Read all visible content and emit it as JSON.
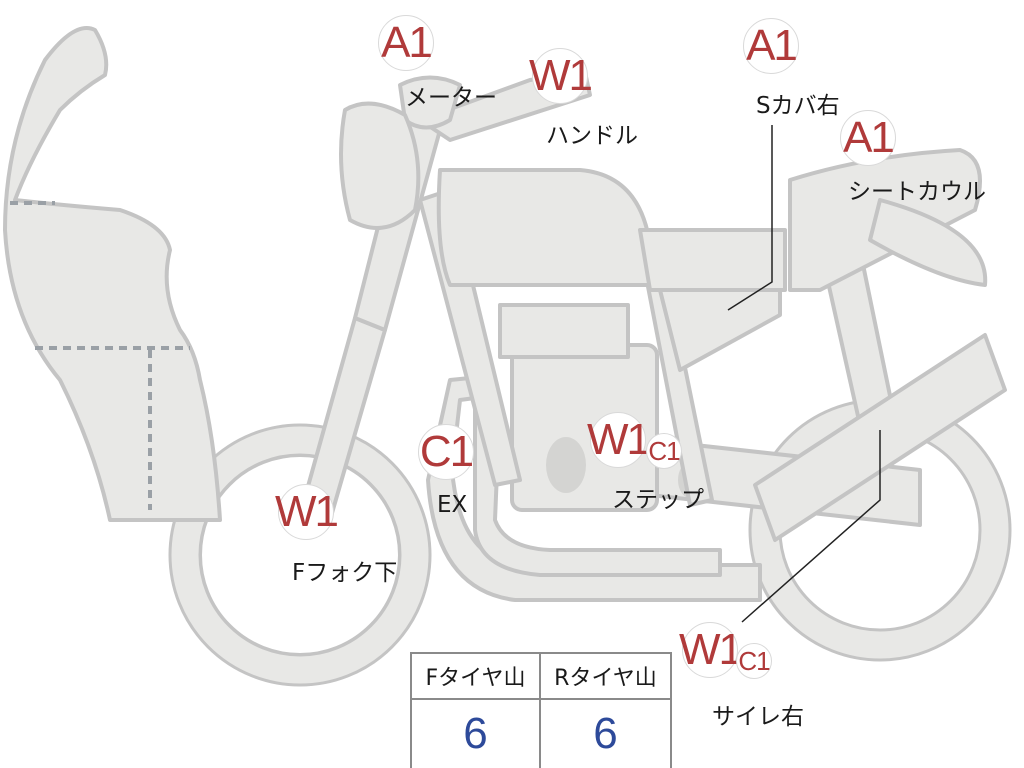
{
  "colors": {
    "body_fill": "#e8e8e6",
    "body_stroke": "#c4c4c4",
    "grade_letter": "#b03a3a",
    "table_value": "#2d4a9a"
  },
  "points": {
    "meter": {
      "grade": "A1",
      "label": "メーター"
    },
    "handle": {
      "grade": "W1",
      "label": "ハンドル"
    },
    "side_cover": {
      "grade": "A1",
      "label": "Sカバ右"
    },
    "seat_cowl": {
      "grade": "A1",
      "label": "シートカウル"
    },
    "exhaust": {
      "grade": "C1",
      "label": "EX"
    },
    "step": {
      "grade": "W1",
      "sub_grade": "C1",
      "label": "ステップ"
    },
    "front_fork": {
      "grade": "W1",
      "label": "Fフォク下"
    },
    "silencer": {
      "grade": "W1",
      "sub_grade": "C1",
      "label": "サイレ右"
    }
  },
  "tire_table": {
    "front_header": "Fタイヤ山",
    "rear_header": "Rタイヤ山",
    "front_value": "6",
    "rear_value": "6"
  }
}
